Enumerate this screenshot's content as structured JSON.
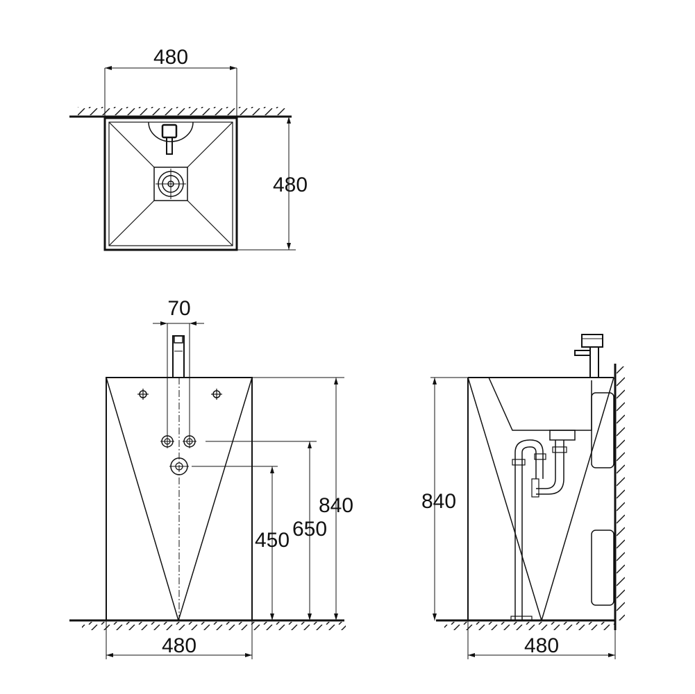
{
  "drawing": {
    "top_view": {
      "width_dim": "480",
      "depth_dim": "480"
    },
    "front_view": {
      "faucet_spacing_dim": "70",
      "height_dim": "840",
      "supply_height_dim": "650",
      "drain_height_dim": "450",
      "width_dim": "480"
    },
    "side_view": {
      "height_dim": "840",
      "width_dim": "480"
    },
    "colors": {
      "line": "#111111",
      "background": "#ffffff"
    }
  }
}
